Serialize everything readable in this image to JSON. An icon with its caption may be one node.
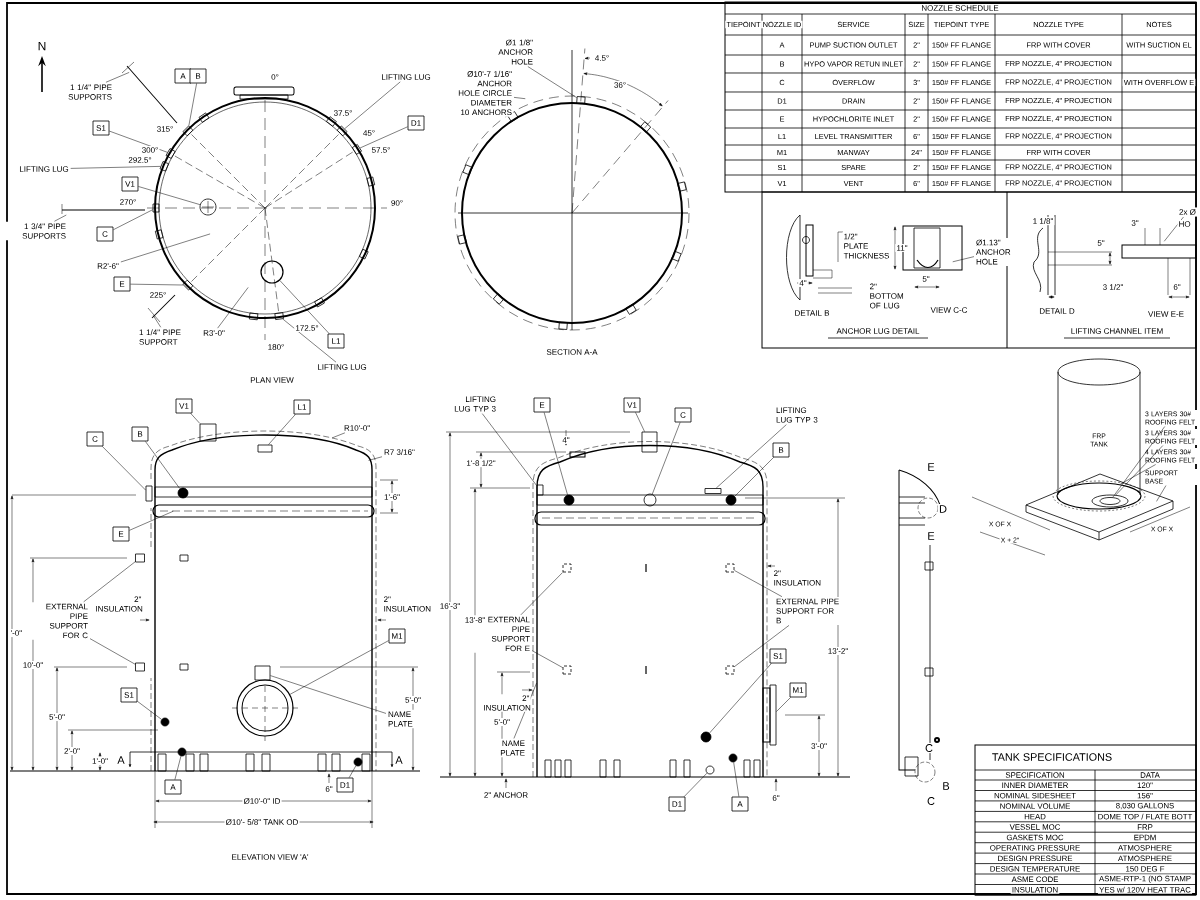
{
  "diagram": {
    "nodes": [
      {
        "text": [
          "A"
        ]
      },
      {
        "text": [
          "B"
        ]
      },
      {
        "text": [
          "S1"
        ]
      },
      {
        "text": [
          "V1"
        ]
      },
      {
        "text": [
          "C"
        ]
      },
      {
        "text": [
          "E"
        ]
      },
      {
        "text": [
          "L1"
        ]
      },
      {
        "text": [
          "D1"
        ]
      },
      {
        "text": [
          "LIFTING LUG"
        ]
      },
      {
        "text": [
          "LIFTING LUG"
        ]
      },
      {
        "text": [
          "LIFTING LUG"
        ]
      },
      {
        "text": [
          "1 1/4\" PIPE SUPPORTS"
        ]
      },
      {
        "text": [
          "1 3/4\" PIPE SUPPORTS"
        ]
      },
      {
        "text": [
          "R2'-6\""
        ]
      },
      {
        "text": [
          "1 1/4\" PIPE SUPPORT"
        ]
      },
      {
        "text": [
          "R3'-0\""
        ]
      },
      {
        "text": [
          "Ø1 1/8\" ANCHOR HOLE"
        ]
      },
      {
        "text": [
          "Ø10'-7 1/16\" ANCHOR HOLE CIRCLE DIAMETER 10 ANCHORS"
        ]
      },
      {
        "text": [
          "Ø1.13\" ANCHOR HOLE"
        ]
      },
      {
        "text": [
          "V1"
        ]
      },
      {
        "text": [
          "L1"
        ]
      },
      {
        "text": [
          "C"
        ]
      },
      {
        "text": [
          "B"
        ]
      },
      {
        "text": [
          "R10'-0\""
        ]
      },
      {
        "text": [
          "R7 3/16\""
        ]
      },
      {
        "text": [
          "E"
        ]
      },
      {
        "text": [
          "EXTERNAL PIPE SUPPORT FOR C"
        ]
      },
      {
        "text": [
          "M1"
        ]
      },
      {
        "text": [
          "NAME PLATE"
        ]
      },
      {
        "text": [
          "S1"
        ]
      },
      {
        "text": [
          "A"
        ]
      },
      {
        "text": [
          "D1"
        ]
      },
      {
        "text": [
          "LIFTING LUG TYP 3"
        ]
      },
      {
        "text": [
          "E"
        ]
      },
      {
        "text": [
          "V1"
        ]
      },
      {
        "text": [
          "C"
        ]
      },
      {
        "text": [
          "LIFTING LUG TYP 3"
        ]
      },
      {
        "text": [
          "B"
        ]
      },
      {
        "text": [
          "EXTERNAL PIPE SUPPORT FOR E"
        ]
      },
      {
        "text": [
          "EXTERNAL PIPE SUPPORT FOR B"
        ]
      },
      {
        "text": [
          "S1"
        ]
      },
      {
        "text": [
          "M1"
        ]
      },
      {
        "text": [
          "NAME PLATE"
        ]
      },
      {
        "text": [
          "D1"
        ]
      },
      {
        "text": [
          "A"
        ]
      },
      {
        "text": [
          "3 LAYERS 30# ROOFING FELT"
        ]
      },
      {
        "text": [
          "3 LAYERS 30# ROOFING FELT"
        ]
      },
      {
        "text": [
          "4 LAYERS 30# ROOFING FELT"
        ]
      },
      {
        "text": [
          "SUPPORT BASE"
        ]
      },
      {
        "text": [
          "2x Ø"
        ]
      },
      {
        "text": [],
        "shape": "box"
      },
      {
        "text": [],
        "shape": "box"
      },
      {
        "text": [],
        "shape": "box"
      },
      {
        "text": [],
        "shape": "box"
      },
      {
        "text": [],
        "shape": "box"
      },
      {
        "text": [],
        "shape": "box"
      },
      {
        "text": [],
        "shape": "box"
      },
      {
        "text": [],
        "shape": "box"
      },
      {
        "text": [],
        "shape": "circle"
      },
      {
        "text": [],
        "shape": "circle"
      },
      {
        "text": [],
        "shape": "box"
      },
      {
        "text": [],
        "shape": "box"
      },
      {
        "text": [],
        "shape": "box"
      },
      {
        "text": [],
        "shape": "box"
      },
      {
        "text": [],
        "shape": "circle"
      },
      {
        "text": [],
        "shape": "box"
      },
      {
        "text": [],
        "shape": "box"
      },
      {
        "text": [],
        "shape": "box"
      },
      {
        "text": [],
        "shape": "circle"
      },
      {
        "text": [],
        "shape": "circle"
      },
      {
        "text": [],
        "shape": "circle"
      },
      {
        "text": [],
        "shape": "circle"
      },
      {
        "text": [],
        "shape": "box"
      },
      {
        "text": [],
        "shape": "circle"
      },
      {
        "text": [],
        "shape": "circle"
      },
      {
        "text": [],
        "shape": "circle"
      },
      {
        "text": [],
        "shape": "box"
      },
      {
        "text": [],
        "shape": "box"
      },
      {
        "text": [],
        "shape": "box"
      },
      {
        "text": [],
        "shape": "box"
      },
      {
        "text": [],
        "shape": "box"
      },
      {
        "text": [],
        "shape": "circle"
      },
      {
        "text": [],
        "shape": "circle"
      },
      {
        "text": [],
        "shape": "circle"
      },
      {
        "text": [],
        "shape": "ellipse"
      },
      {
        "text": [],
        "shape": "ellipse",
        "in": 84
      },
      {
        "text": [],
        "shape": "ellipse",
        "in": 85
      },
      {
        "text": [],
        "shape": "box"
      },
      {
        "text": [],
        "shape": "box"
      }
    ],
    "edges": [
      {
        "from": 1,
        "to": 50,
        "arrow": "none"
      },
      {
        "from": 2,
        "to": 51,
        "arrow": "none"
      },
      {
        "from": 3,
        "to": 58,
        "arrow": "none"
      },
      {
        "from": 4,
        "to": 53,
        "arrow": "none"
      },
      {
        "from": 5,
        "to": 54,
        "arrow": "none"
      },
      {
        "from": 6,
        "to": 59,
        "arrow": "none"
      },
      {
        "from": 7,
        "to": 57,
        "arrow": "none"
      },
      {
        "from": 8,
        "to": 52,
        "arrow": "none"
      },
      {
        "from": 9,
        "to": 56,
        "arrow": "none"
      },
      {
        "from": 10,
        "to": 55,
        "arrow": "none"
      },
      {
        "from": 11,
        "to": null,
        "arrow": "none"
      },
      {
        "from": 12,
        "to": null,
        "arrow": "none"
      },
      {
        "from": 13,
        "to": null,
        "arrow": "none"
      },
      {
        "from": 14,
        "to": null,
        "arrow": "none"
      },
      {
        "from": 15,
        "to": null,
        "arrow": "none"
      },
      {
        "from": 16,
        "to": 60,
        "arrow": "none"
      },
      {
        "from": 17,
        "to": null,
        "arrow": "none"
      },
      {
        "from": 18,
        "to": null,
        "arrow": "none"
      },
      {
        "from": 19,
        "to": 61,
        "arrow": "none"
      },
      {
        "from": 20,
        "to": 62,
        "arrow": "none"
      },
      {
        "from": 21,
        "to": 63,
        "arrow": "none"
      },
      {
        "from": 22,
        "to": 64,
        "arrow": "none"
      },
      {
        "from": 23,
        "to": null,
        "arrow": "none"
      },
      {
        "from": 24,
        "to": null,
        "arrow": "none"
      },
      {
        "from": 25,
        "to": null,
        "arrow": "none"
      },
      {
        "from": 26,
        "to": 65,
        "arrow": "none"
      },
      {
        "from": 26,
        "to": 66,
        "arrow": "none"
      },
      {
        "from": 27,
        "to": 68,
        "arrow": "none"
      },
      {
        "from": 28,
        "to": 67,
        "arrow": "none"
      },
      {
        "from": 29,
        "to": 69,
        "arrow": "none"
      },
      {
        "from": 30,
        "to": 70,
        "arrow": "none"
      },
      {
        "from": 31,
        "to": 71,
        "arrow": "none"
      },
      {
        "from": 32,
        "to": 87,
        "arrow": "none"
      },
      {
        "from": 33,
        "to": 73,
        "arrow": "none"
      },
      {
        "from": 34,
        "to": 72,
        "arrow": "none"
      },
      {
        "from": 35,
        "to": 74,
        "arrow": "none"
      },
      {
        "from": 36,
        "to": 88,
        "arrow": "none"
      },
      {
        "from": 37,
        "to": 75,
        "arrow": "none"
      },
      {
        "from": 38,
        "to": 76,
        "arrow": "none"
      },
      {
        "from": 38,
        "to": 78,
        "arrow": "none"
      },
      {
        "from": 39,
        "to": 77,
        "arrow": "none"
      },
      {
        "from": 39,
        "to": 79,
        "arrow": "none"
      },
      {
        "from": 40,
        "to": 81,
        "arrow": "none"
      },
      {
        "from": 41,
        "to": 80,
        "arrow": "none"
      },
      {
        "from": 42,
        "to": null,
        "arrow": "none"
      },
      {
        "from": 43,
        "to": 83,
        "arrow": "none"
      },
      {
        "from": 44,
        "to": 82,
        "arrow": "none"
      },
      {
        "from": 45,
        "to": 86,
        "arrow": "none"
      },
      {
        "from": 46,
        "to": 85,
        "arrow": "none"
      },
      {
        "from": 47,
        "to": 84,
        "arrow": "none"
      },
      {
        "from": 48,
        "to": null,
        "arrow": "none"
      },
      {
        "from": 49,
        "to": null,
        "arrow": "none"
      }
    ],
    "labels": [
      "N",
      "0°",
      "37.5°",
      "315°",
      "45°",
      "300°",
      "57.5°",
      "292.5°",
      "270°",
      "90°",
      "225°",
      "172.5°",
      "180°",
      "PLAN VIEW",
      "4.5°",
      "36°",
      "SECTION A-A",
      "NOZZLE SCHEDULE",
      "TIEPOINT",
      "NOZZLE ID",
      "SERVICE",
      "SIZE",
      "TIEPOINT TYPE",
      "NOZZLE TYPE",
      "NOTES",
      "A",
      "PUMP SUCTION OUTLET",
      "2\"",
      "150# FF FLANGE",
      "FRP WITH COVER",
      "WITH SUCTION EL",
      "B",
      "HYPO VAPOR RETUN INLET",
      "2\"",
      "150# FF FLANGE",
      "FRP NOZZLE, 4\" PROJECTION",
      "C",
      "OVERFLOW",
      "3\"",
      "150# FF FLANGE",
      "FRP NOZZLE, 4\" PROJECTION",
      "WITH OVERFLOW E",
      "D1",
      "DRAIN",
      "2\"",
      "150# FF FLANGE",
      "FRP NOZZLE, 4\" PROJECTION",
      "E",
      "HYPOCHLORITE INLET",
      "2\"",
      "150# FF FLANGE",
      "FRP NOZZLE, 4\" PROJECTION",
      "L1",
      "LEVEL TRANSMITTER",
      "6\"",
      "150# FF FLANGE",
      "FRP NOZZLE, 4\" PROJECTION",
      "M1",
      "MANWAY",
      "24\"",
      "150# FF FLANGE",
      "FRP WITH COVER",
      "S1",
      "SPARE",
      "2\"",
      "150# FF FLANGE",
      "FRP NOZZLE, 4\" PROJECTION",
      "V1",
      "VENT",
      "6\"",
      "150# FF FLANGE",
      "FRP NOZZLE, 4\" PROJECTION",
      "1 1/8\"",
      "3\"",
      "HO",
      "1/2\" PLATE THICKNESS",
      "11\"",
      "5\"",
      "4\"",
      "2\" BOTTOM OF LUG",
      "5\"",
      "3 1/2\"",
      "6\"",
      "DETAIL B",
      "VIEW C-C",
      "DETAIL D",
      "VIEW E-E",
      "ANCHOR LUG DETAIL",
      "LIFTING CHANNEL ITEM",
      "1'-6\"",
      "2\" INSULATION",
      "2\" INSULATION",
      "'-0\"",
      "10'-0\"",
      "5'-0\"",
      "5'-0\"",
      "2'-0\"",
      "1'-0\"",
      "A",
      "A",
      "6\"",
      "Ø10'-0\" ID",
      "Ø10'- 5/8\" TANK OD",
      "ELEVATION VIEW 'A'",
      "4\"",
      "1'-8 1/2\"",
      "2\" INSULATION",
      "16'-3\"",
      "13'-8\"",
      "13'-2\"",
      "2\" INSULATION",
      "5'-0\"",
      "3'-0\"",
      "2\" ANCHOR",
      "6\"",
      "E",
      "D",
      "E",
      "C",
      "B",
      "C",
      "FRP TANK",
      "X OF X",
      "X OF X",
      "X + 2\"",
      "TANK SPECIFICATIONS",
      "SPECIFICATION",
      "DATA",
      "INNER DIAMETER",
      "120\"",
      "NOMINAL SIDESHEET",
      "156\"",
      "NOMINAL VOLUME",
      "8,030 GALLONS",
      "HEAD",
      "DOME TOP / FLATE BOTT",
      "VESSEL MOC",
      "FRP",
      "GASKETS MOC",
      "EPDM",
      "OPERATING PRESSURE",
      "ATMOSPHERE",
      "DESIGN PRESSURE",
      "ATMOSPHERE",
      "DESIGN TEMPERATURE",
      "150 DEG F",
      "ASME CODE",
      "ASME-RTP-1 (NO STAMP",
      "INSULATION",
      "YES w/ 120V HEAT TRAC"
    ]
  }
}
